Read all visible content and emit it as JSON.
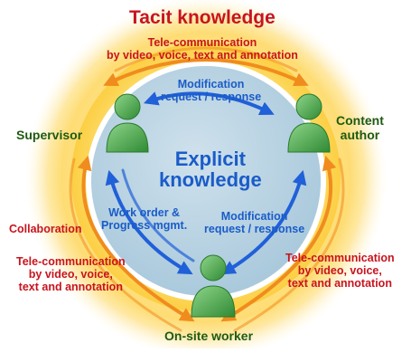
{
  "title": "Tacit knowledge",
  "center": {
    "line1": "Explicit",
    "line2": "knowledge"
  },
  "actors": {
    "supervisor": "Supervisor",
    "content_author_line1": "Content",
    "content_author_line2": "author",
    "onsite_worker": "On-site worker"
  },
  "tacit_labels": {
    "top_line1": "Tele-communication",
    "top_line2": "by video, voice, text and annotation",
    "left_collab": "Collaboration",
    "left_line1": "Tele-communication",
    "left_line2": "by video, voice,",
    "left_line3": "text and annotation",
    "right_line1": "Tele-communication",
    "right_line2": "by video, voice,",
    "right_line3": "text and annotation"
  },
  "explicit_labels": {
    "top_line1": "Modification",
    "top_line2": "request / response",
    "left_line1": "Work order &",
    "left_line2": "Progress mgmt.",
    "right_line1": "Modification",
    "right_line2": "request / response"
  },
  "colors": {
    "tacit_text": "#c8141e",
    "actor_text": "#1e5a12",
    "explicit_text": "#1a5cc8",
    "outer_glow": "#fdd23a",
    "inner_circle": "#b7d3e3",
    "orange_arrow": "#f08c1e",
    "blue_arrow": "#2060d8",
    "person_green": "#4aa24a"
  },
  "icons": [
    "person-icon",
    "orange-arrow",
    "blue-arrow"
  ]
}
